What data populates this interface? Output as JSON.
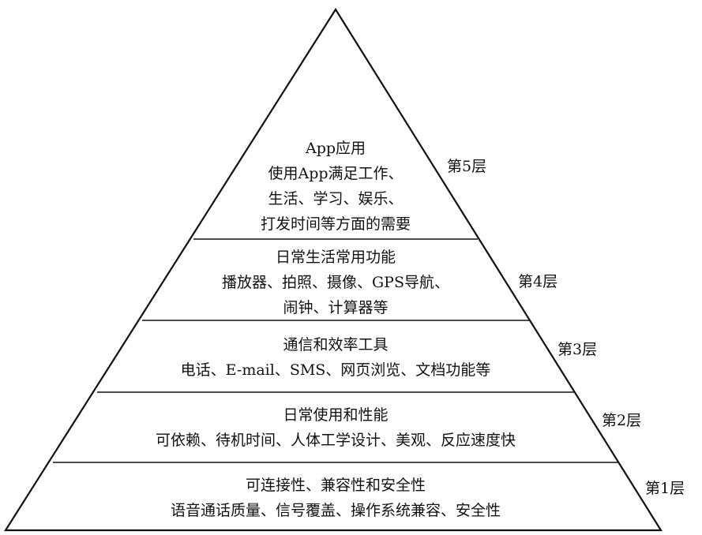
{
  "layers": [
    {
      "label": "第5层",
      "lines": [
        "App应用",
        "使用App满足工作、",
        "生活、学习、娱乐、",
        "打发时间等方面的需要"
      ]
    },
    {
      "label": "第4层",
      "lines": [
        "日常生活常用功能",
        "播放器、拍照、摄像、GPS导航、",
        "闹钟、计算器等"
      ]
    },
    {
      "label": "第3层",
      "lines": [
        "通信和效率工具",
        "电话、E-mail、SMS、网页浏览、文档功能等"
      ]
    },
    {
      "label": "第2层",
      "lines": [
        "日常使用和性能",
        "可依赖、待机时间、人体工学设计、美观、反应速度快"
      ]
    },
    {
      "label": "第1层",
      "lines": [
        "可连接性、兼容性和安全性",
        "语音通话质量、信号覆盖、操作系统兼容、安全性"
      ]
    }
  ]
}
